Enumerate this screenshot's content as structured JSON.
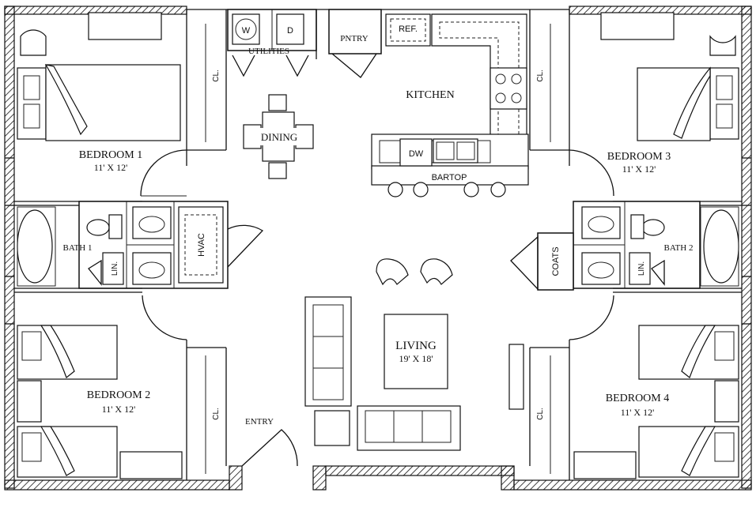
{
  "rooms": {
    "bedroom1": {
      "name": "BEDROOM 1",
      "size": "11' X 12'"
    },
    "bedroom2": {
      "name": "BEDROOM 2",
      "size": "11' X 12'"
    },
    "bedroom3": {
      "name": "BEDROOM 3",
      "size": "11' X 12'"
    },
    "bedroom4": {
      "name": "BEDROOM 4",
      "size": "11' X 12'"
    },
    "living": {
      "name": "LIVING",
      "size": "19' X 18'"
    },
    "kitchen": {
      "name": "KITCHEN"
    },
    "dining": {
      "name": "DINING"
    },
    "bath1": {
      "name": "BATH 1"
    },
    "bath2": {
      "name": "BATH 2"
    },
    "entry": {
      "name": "ENTRY"
    },
    "utilities": {
      "name": "UTILITIES"
    },
    "pantry": {
      "name": "PNTRY"
    }
  },
  "fixtures": {
    "washer": "W",
    "dryer": "D",
    "refrigerator": "REF.",
    "dishwasher": "DW",
    "bartop": "BARTOP",
    "hvac": "HVAC",
    "coats": "COATS",
    "linen": "LIN.",
    "closet": "CL."
  },
  "colors": {
    "line": "#111111",
    "background": "#ffffff"
  }
}
